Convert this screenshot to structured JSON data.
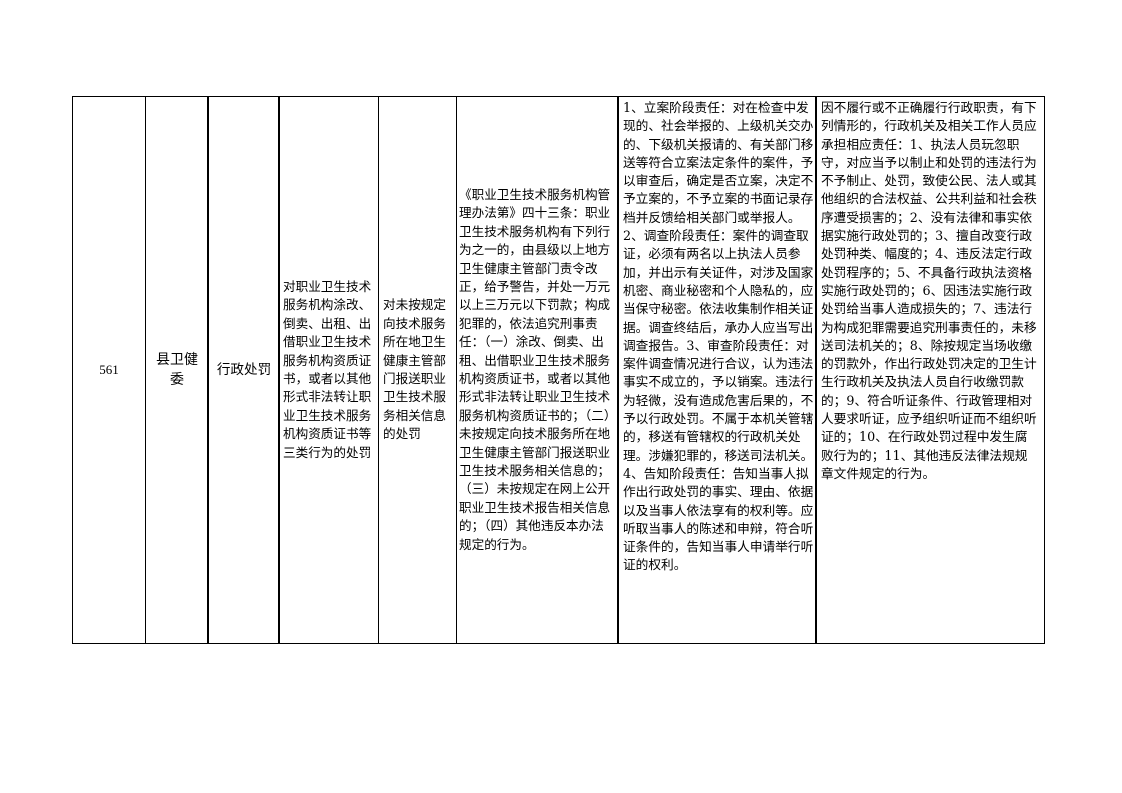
{
  "record": {
    "seq": "561",
    "department": "县卫健委",
    "power_type": "行政处罚",
    "item_name": "对职业卫生技术服务机构涂改、倒卖、出租、出借职业卫生技术服务机构资质证书，或者以其他形式非法转让职业卫生技术服务机构资质证书等三类行为的处罚",
    "sub_item": "对未按规定向技术服务所在地卫生健康主管部门报送职业卫生技术服务相关信息的处罚",
    "legal_basis": "《职业卫生技术服务机构管理办法第》四十三条：职业卫生技术服务机构有下列行为之一的，由县级以上地方卫生健康主管部门责令改正，给予警告，并处一万元以上三万元以下罚款；构成犯罪的，依法追究刑事责任：（一）涂改、倒卖、出租、出借职业卫生技术服务机构资质证书，或者以其他形式非法转让职业卫生技术服务机构资质证书的；（二）未按规定向技术服务所在地卫生健康主管部门报送职业卫生技术服务相关信息的；（三）未按规定在网上公开职业卫生技术报告相关信息的；（四）其他违反本办法规定的行为。",
    "responsibilities": "1、立案阶段责任：对在检查中发现的、社会举报的、上级机关交办的、下级机关报请的、有关部门移送等符合立案法定条件的案件，予以审查后，确定是否立案，决定不予立案的，不予立案的书面记录存档并反馈给相关部门或举报人。2、调查阶段责任：案件的调查取证，必须有两名以上执法人员参加，并出示有关证件，对涉及国家机密、商业秘密和个人隐私的，应当保守秘密。依法收集制作相关证据。调查终结后，承办人应当写出调查报告。3、审查阶段责任：对案件调查情况进行合议，认为违法事实不成立的，予以销案。违法行为轻微，没有造成危害后果的，不予以行政处罚。不属于本机关管辖的，移送有管辖权的行政机关处理。涉嫌犯罪的，移送司法机关。4、告知阶段责任：告知当事人拟作出行政处罚的事实、理由、依据以及当事人依法享有的权利等。应听取当事人的陈述和申辩，符合听证条件的，告知当事人申请举行听证的权利。",
    "accountability": "因不履行或不正确履行行政职责，有下列情形的，行政机关及相关工作人员应承担相应责任：1、执法人员玩忽职守，对应当予以制止和处罚的违法行为不予制止、处罚，致使公民、法人或其他组织的合法权益、公共利益和社会秩序遭受损害的；2、没有法律和事实依据实施行政处罚的；3、擅自改变行政处罚种类、幅度的；4、违反法定行政处罚程序的；5、不具备行政执法资格实施行政处罚的；6、因违法实施行政处罚给当事人造成损失的；7、违法行为构成犯罪需要追究刑事责任的，未移送司法机关的；8、除按规定当场收缴的罚款外，作出行政处罚决定的卫生计生行政机关及执法人员自行收缴罚款的；9、符合听证条件、行政管理相对人要求听证，应予组织听证而不组织听证的；10、在行政处罚过程中发生腐败行为的；11、其他违反法律法规规章文件规定的行为。"
  }
}
